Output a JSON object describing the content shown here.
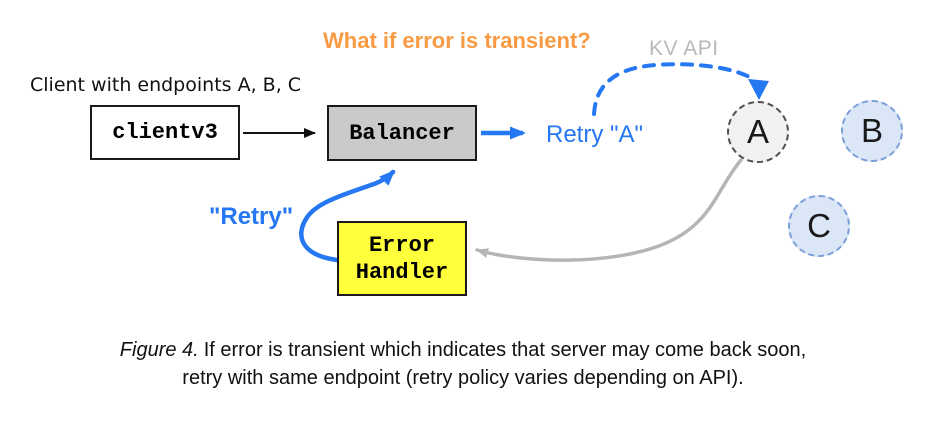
{
  "title": "What if error is transient?",
  "annotations": {
    "kv_api": "KV API",
    "client_label": "Client with endpoints A, B, C",
    "retry_a": "Retry \"A\"",
    "retry_quoted": "\"Retry\""
  },
  "nodes": {
    "clientv3": {
      "label": "clientv3"
    },
    "balancer": {
      "label": "Balancer"
    },
    "error_handler": {
      "line1": "Error",
      "line2": "Handler"
    },
    "endpoints": [
      {
        "label": "A"
      },
      {
        "label": "B"
      },
      {
        "label": "C"
      }
    ]
  },
  "caption": {
    "figure_label": "Figure 4.",
    "line1": "If error is transient which indicates that server may come back soon,",
    "line2": "retry with same endpoint (retry policy varies depending on API)."
  },
  "colors": {
    "accent_blue": "#2577f2",
    "accent_orange": "#f89b44",
    "muted_gray_text": "#b9b9b9",
    "gray_line": "#b5b5b5",
    "balancer_fill": "#cacaca",
    "error_handler_fill": "#ffff3c",
    "endpoint_a_fill": "#f1f1ef",
    "endpoint_a_border": "#4f4f4f",
    "endpoint_bc_fill": "#dbe6f7",
    "endpoint_bc_border": "#7b9fd8"
  }
}
